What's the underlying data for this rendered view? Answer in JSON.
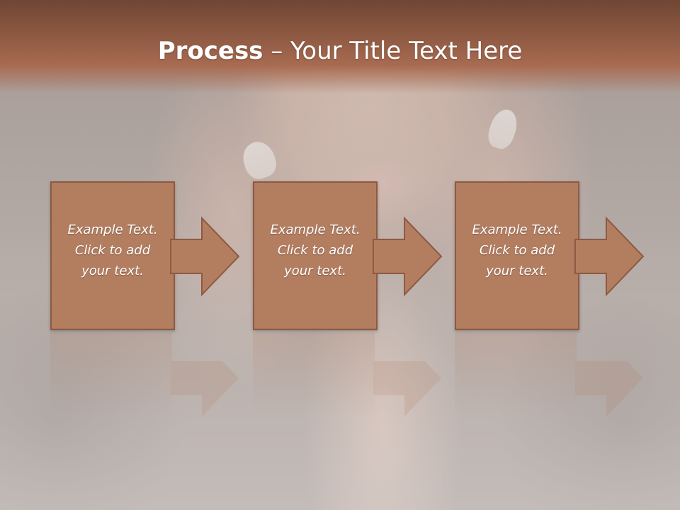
{
  "slide": {
    "title_bold": "Process",
    "title_rest": " – Your Title Text Here"
  },
  "steps": [
    {
      "line1": "Example Text.",
      "line2": "Click  to add",
      "line3": "your text."
    },
    {
      "line1": "Example Text.",
      "line2": "Click  to add",
      "line3": "your text."
    },
    {
      "line1": "Example Text.",
      "line2": "Click  to add",
      "line3": "your text."
    }
  ],
  "colors": {
    "title_band": "#8f5a43",
    "box_fill": "#b37d60",
    "box_border": "#8d5a42",
    "text": "#ffffff"
  }
}
